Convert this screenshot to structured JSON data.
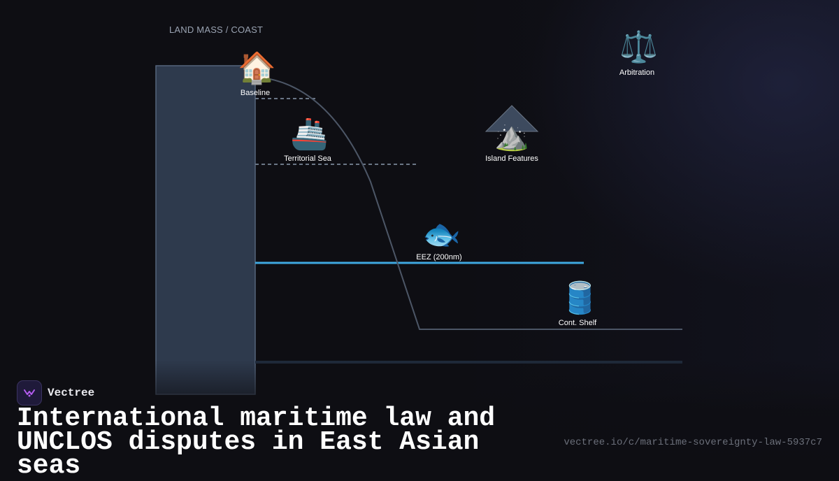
{
  "diagram": {
    "coast_label": "LAND MASS / COAST",
    "nodes": [
      {
        "key": "baseline",
        "label": "Baseline",
        "icon": "house-icon",
        "glyph": "🏠"
      },
      {
        "key": "territorial",
        "label": "Territorial Sea",
        "icon": "ship-icon",
        "glyph": "🚢"
      },
      {
        "key": "island",
        "label": "Island Features",
        "icon": "mountain-icon",
        "glyph": "⛰️"
      },
      {
        "key": "arbitration",
        "label": "Arbitration",
        "icon": "scales-icon",
        "glyph": "⚖️"
      },
      {
        "key": "eez",
        "label": "EEZ (200nm)",
        "icon": "fish-icon",
        "glyph": "🐟"
      },
      {
        "key": "shelf",
        "label": "Cont. Shelf",
        "icon": "oil-barrel-icon",
        "glyph": "🛢️"
      }
    ],
    "colors": {
      "land": "#2e3a4d",
      "land_stroke": "#55657c",
      "dashed": "#6b7686",
      "eez_line": "#3fa8e0",
      "profile": "#4c5666",
      "seabed": "#1f2a3a"
    }
  },
  "brand": {
    "name": "Vectree"
  },
  "footer": {
    "title": "International maritime law and UNCLOS disputes in East Asian seas",
    "url": "vectree.io/c/maritime-sovereignty-law-5937c7"
  }
}
